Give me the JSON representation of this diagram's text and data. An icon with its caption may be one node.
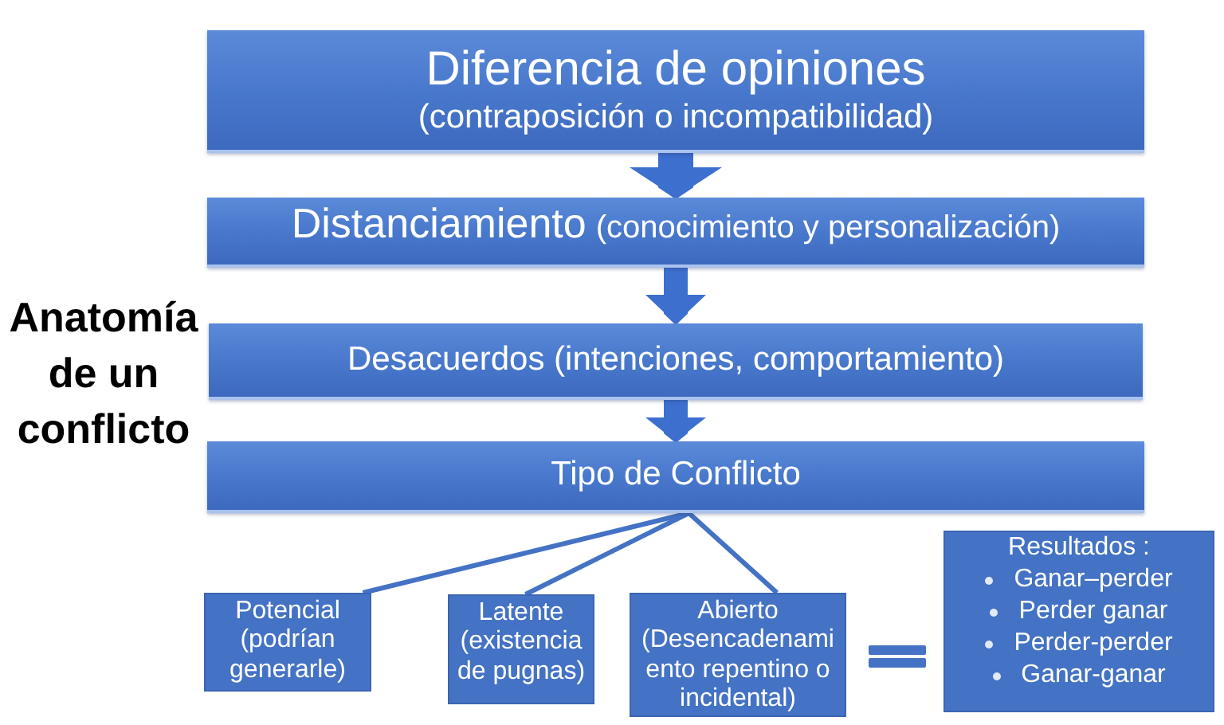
{
  "diagram": {
    "title": "Anatomía de un conflicto",
    "nodes": [
      {
        "text": [
          "Diferencia de opiniones",
          "(contraposición o incompatibilidad)"
        ]
      },
      {
        "text": [
          "Distanciamiento",
          "(conocimiento y personalización)"
        ]
      },
      {
        "text": [
          "Desacuerdos (intenciones, comportamiento)"
        ]
      },
      {
        "text": [
          "Tipo de Conflicto"
        ]
      },
      {
        "text": [
          "Potencial (podrían generarle)"
        ]
      },
      {
        "text": [
          "Latente (existencia de pugnas)"
        ]
      },
      {
        "text": [
          "Abierto (Desencadenamiento repentino o incidental)"
        ]
      },
      {
        "text": [
          "Resultados :",
          "Ganar–perder",
          "Perder ganar",
          "Perder-perder",
          "Ganar-ganar"
        ]
      }
    ],
    "edges": [
      {
        "from": 0,
        "to": 1,
        "arrow": "to",
        "style": "thick"
      },
      {
        "from": 1,
        "to": 2,
        "arrow": "to",
        "style": "thick"
      },
      {
        "from": 2,
        "to": 3,
        "arrow": "to",
        "style": "thick"
      },
      {
        "from": 3,
        "to": 4,
        "arrow": "none"
      },
      {
        "from": 3,
        "to": 5,
        "arrow": "none"
      },
      {
        "from": 3,
        "to": 6,
        "arrow": "none"
      }
    ]
  }
}
